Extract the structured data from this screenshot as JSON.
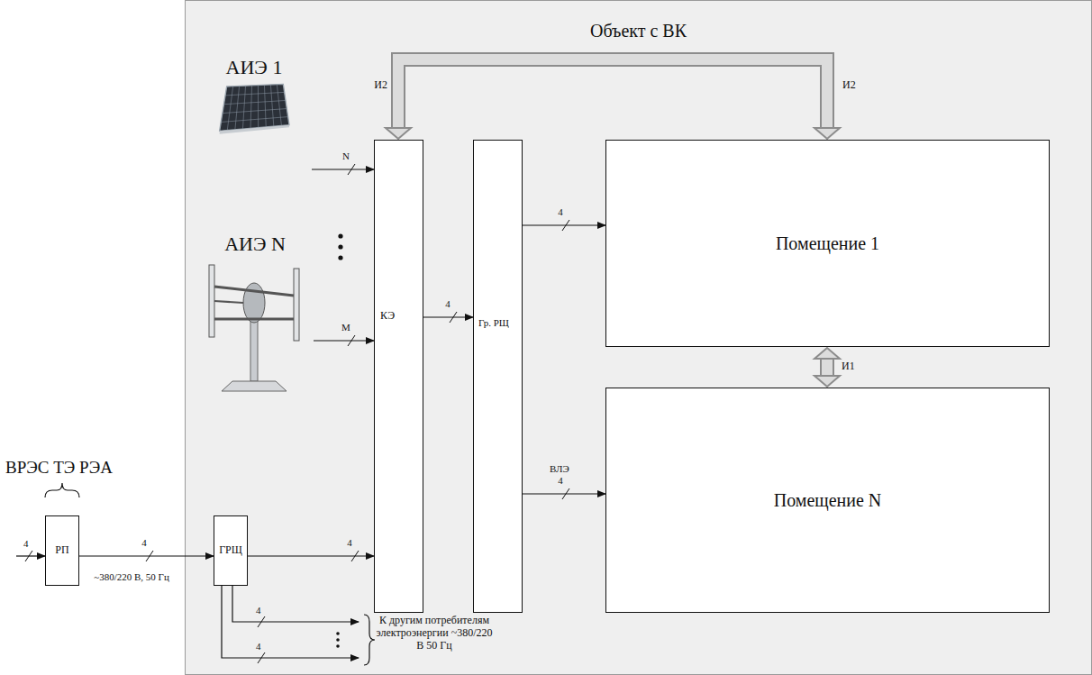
{
  "diagram": {
    "nodes": [
      {
        "text": [
          "Объект с ВК"
        ]
      },
      {
        "text": [
          "АИЭ 1"
        ],
        "in": 0
      },
      {
        "text": [
          "АИЭ N"
        ],
        "in": 0
      },
      {
        "text": [
          "КЭ"
        ],
        "in": 0
      },
      {
        "text": [
          "Гр. РЩ"
        ],
        "in": 0
      },
      {
        "text": [
          "Помещение 1"
        ],
        "in": 0
      },
      {
        "text": [
          "Помещение N"
        ],
        "in": 0
      },
      {
        "text": [
          "РП"
        ]
      },
      {
        "text": [
          "ГРЩ"
        ],
        "in": 0
      }
    ],
    "edges": [
      {
        "from": 1,
        "to": 3,
        "label": "N",
        "arrow": "to"
      },
      {
        "from": 2,
        "to": 3,
        "label": "M",
        "arrow": "to"
      },
      {
        "from": 3,
        "to": 4,
        "label": "4",
        "arrow": "to"
      },
      {
        "from": 4,
        "to": 5,
        "label": "4",
        "arrow": "to"
      },
      {
        "from": 4,
        "to": 6,
        "label": "4",
        "arrow": "to"
      },
      {
        "from": 5,
        "to": 6,
        "label": "И1",
        "arrow": "both"
      },
      {
        "from": 3,
        "to": 5,
        "label": "И2",
        "arrow": "both"
      },
      {
        "from": 7,
        "to": 8,
        "label": "4",
        "arrow": "to"
      },
      {
        "from": 8,
        "to": 3,
        "label": "4",
        "arrow": "to"
      }
    ],
    "labels": [
      "И2",
      "ВЛЭ",
      "4",
      "~380/220 В, 50 Гц",
      "ВРЭС ТЭ РЭА",
      "4",
      "4",
      "К другим потребителям электроэнергии ~380/220 В 50 Гц"
    ]
  }
}
